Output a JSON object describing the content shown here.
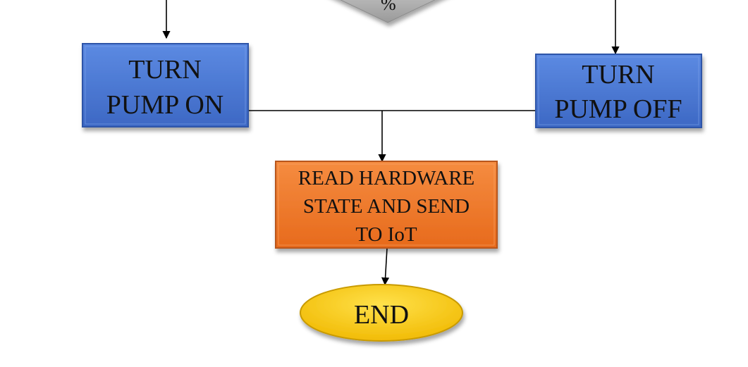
{
  "decision": {
    "fragment_text": "%"
  },
  "nodes": {
    "pump_on": {
      "line1": "TURN",
      "line2": "PUMP ON"
    },
    "pump_off": {
      "line1": "TURN",
      "line2": "PUMP OFF"
    },
    "read_state": {
      "line1": "READ HARDWARE",
      "line2": "STATE AND SEND",
      "line3": "TO IoT"
    },
    "end": {
      "label": "END"
    }
  },
  "colors": {
    "process_blue": "#4a78d4",
    "process_blue_border": "#2d55a8",
    "process_orange": "#f07a2e",
    "process_orange_border": "#b8561a",
    "terminal_yellow": "#f7c400",
    "terminal_border": "#c89a00",
    "decision_gray": "#b8b8b8",
    "connector": "#000000"
  }
}
